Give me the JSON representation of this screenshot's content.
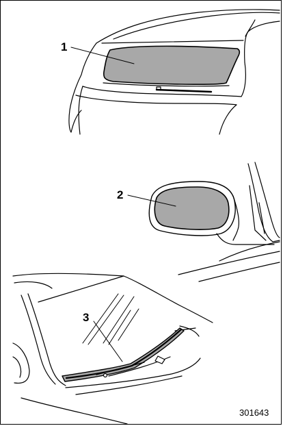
{
  "callouts": [
    {
      "label": "1",
      "target": "rear-window"
    },
    {
      "label": "2",
      "target": "outside-mirror"
    },
    {
      "label": "3",
      "target": "windshield-wiper"
    }
  ],
  "figure_code": "301643",
  "colors": {
    "shaded_glass": "#a8a8a8",
    "line": "#000000",
    "background": "#ffffff"
  }
}
